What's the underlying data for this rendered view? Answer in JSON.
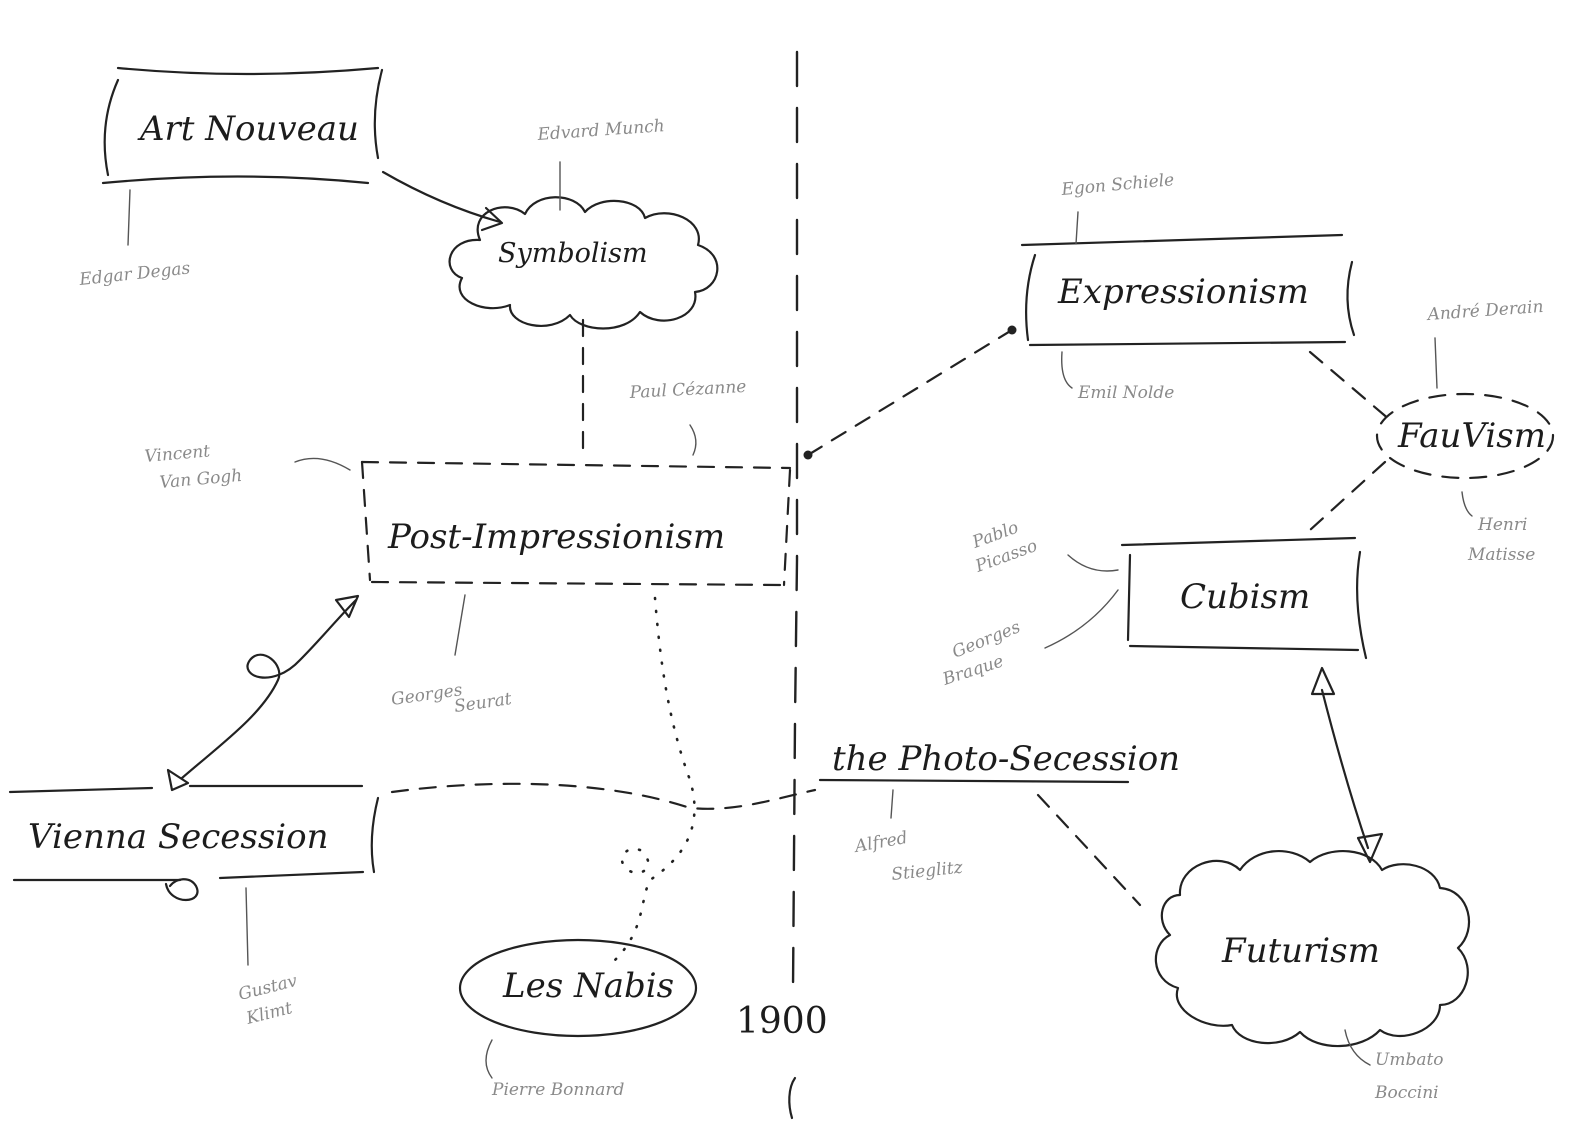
{
  "movements": {
    "art_nouveau": "Art Nouveau",
    "symbolism": "Symbolism",
    "post_impressionism": "Post-Impressionism",
    "vienna_secession": "Vienna Secession",
    "les_nabis": "Les Nabis",
    "expressionism": "Expressionism",
    "fauvism": "FauVism",
    "cubism": "Cubism",
    "futurism": "Futurism",
    "photo_secession": "the Photo-Secession"
  },
  "artists": {
    "edgar_degas": "Edgar Degas",
    "edvard_munch": "Edvard Munch",
    "paul_cezanne": "Paul Cézanne",
    "van_gogh_1": "Vincent",
    "van_gogh_2": "Van Gogh",
    "georges_seurat_1": "Georges",
    "georges_seurat_2": "Seurat",
    "gustav_klimt_1": "Gustav",
    "gustav_klimt_2": "Klimt",
    "pierre_bonnard": "Pierre Bonnard",
    "egon_schiele": "Egon Schiele",
    "emil_nolde": "Emil Nolde",
    "andre_derain": "André Derain",
    "henri_matisse_1": "Henri",
    "henri_matisse_2": "Matisse",
    "pablo_picasso_1": "Pablo",
    "pablo_picasso_2": "Picasso",
    "georges_braque_1": "Georges",
    "georges_braque_2": "Braque",
    "alfred_stieglitz_1": "Alfred",
    "alfred_stieglitz_2": "Stieglitz",
    "umberto_boccioni_1": "Umbato",
    "umberto_boccioni_2": "Boccini"
  },
  "timeline": {
    "year": "1900"
  },
  "colors": {
    "ink": "#222222",
    "pencil": "#8a8a8a",
    "paper": "#ffffff"
  }
}
